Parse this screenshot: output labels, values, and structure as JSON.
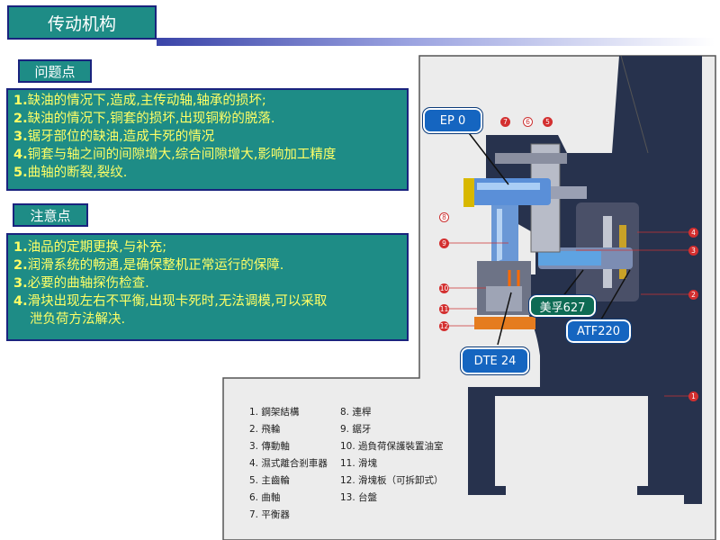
{
  "title": "传动机构",
  "problems": {
    "heading": "问题点",
    "items": [
      {
        "num": "1.",
        "text": "缺油的情况下,造成,主传动轴,轴承的损坏;"
      },
      {
        "num": "2.",
        "text": "缺油的情况下,铜套的损坏,出现铜粉的脱落."
      },
      {
        "num": "3.",
        "text": "锯牙部位的缺油,造成卡死的情况"
      },
      {
        "num": "4.",
        "text": "铜套与轴之间的间隙增大,综合间隙增大,影响加工精度"
      },
      {
        "num": "5.",
        "text": "曲轴的断裂,裂纹."
      }
    ]
  },
  "notes": {
    "heading": "注意点",
    "items": [
      {
        "num": "1.",
        "text": "油品的定期更换,与补充;"
      },
      {
        "num": "2.",
        "text": "润滑系统的畅通,是确保整机正常运行的保障."
      },
      {
        "num": "3.",
        "text": "必要的曲轴探伤检查."
      },
      {
        "num": "4.",
        "text": "滑块出现左右不平衡,出现卡死时,无法调模,可以采取",
        "cont": "泄负荷方法解决."
      }
    ]
  },
  "callouts": {
    "ep0": "EP 0",
    "meifu": "美孚627",
    "atf": "ATF220",
    "dte": "DTE 24"
  },
  "legend": {
    "left": [
      "1. 鋼架結構",
      "2. 飛輪",
      "3. 傳動軸",
      "4. 濕式離合剎車器",
      "5. 主齒輪",
      "6. 曲軸",
      "7. 平衡器"
    ],
    "right": [
      "8. 連桿",
      "9. 鋸牙",
      "10. 過負荷保護裝置油室",
      "11. 滑塊",
      "12. 滑塊板（可拆卸式）",
      "13. 台盤"
    ]
  },
  "markers": {
    "m1": "1",
    "m2": "2",
    "m3": "3",
    "m4": "4",
    "m5": "5",
    "m6": "6",
    "m7": "7",
    "m8": "8",
    "m9": "9",
    "m10": "10",
    "m11": "11",
    "m12": "12"
  }
}
